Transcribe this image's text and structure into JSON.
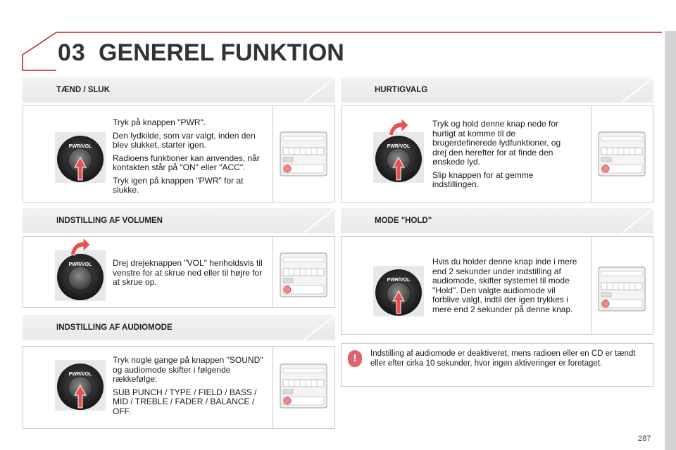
{
  "header": {
    "chapter": "03",
    "title": "GENEREL FUNKTION"
  },
  "icons": {
    "knob": "pwr-vol-knob-icon",
    "arrow_press": "press-arrow-icon",
    "arrow_rotate": "rotate-arrow-icon",
    "radio": "radio-panel-icon"
  },
  "knob_label": "PWR/VOL",
  "colors": {
    "accent": "#e2636b",
    "arrow": "#e94f4f"
  },
  "left": {
    "power": {
      "heading": "TÆND / SLUK",
      "step": "1",
      "lines": [
        "Tryk på knappen \"PWR\".",
        "Den lydkilde, som var valgt, inden den blev slukket, starter igen.",
        "Radioens funktioner kan anvendes, når kontakten står på \"ON\" eller \"ACC\".",
        "Tryk igen på knappen \"PWR\" for at slukke."
      ]
    },
    "volume": {
      "heading": "INDSTILLING AF VOLUMEN",
      "step": "1",
      "lines": [
        "Drej drejeknappen \"VOL\" henholdsvis til venstre for at skrue ned eller til højre for at skrue op."
      ]
    },
    "audiomode": {
      "heading": "INDSTILLING AF AUDIOMODE",
      "step": "1",
      "lines": [
        "Tryk nogle gange på knappen \"SOUND\" og audiomode skifter i følgende rækkefølge:",
        "SUB PUNCH / TYPE / FIELD / BASS / MID / TREBLE / FADER / BALANCE / OFF."
      ]
    }
  },
  "right": {
    "quick": {
      "heading": "HURTIGVALG",
      "step": "1",
      "lines": [
        "Tryk og hold denne knap nede for hurtigt at komme til de brugerdefinerede lydfunktioner, og drej den herefter for at finde den ønskede lyd.",
        "Slip knappen for at gemme indstillingen."
      ]
    },
    "hold": {
      "heading": "MODE \"HOLD\"",
      "step": "1",
      "lines": [
        "Hvis du holder denne knap inde i mere end 2 sekunder under indstilling af audiomode, skifter systemet til mode \"Hold\". Den valgte audiomode vil forblive valgt, indtil der igen trykkes i mere end 2 sekunder på denne knap."
      ]
    },
    "warning": {
      "symbol": "!",
      "text": "Indstilling af audiomode er deaktiveret, mens radioen eller en CD er tændt eller efter cirka 10 sekunder, hvor ingen aktiveringer er foretaget."
    }
  },
  "page_number": "287"
}
